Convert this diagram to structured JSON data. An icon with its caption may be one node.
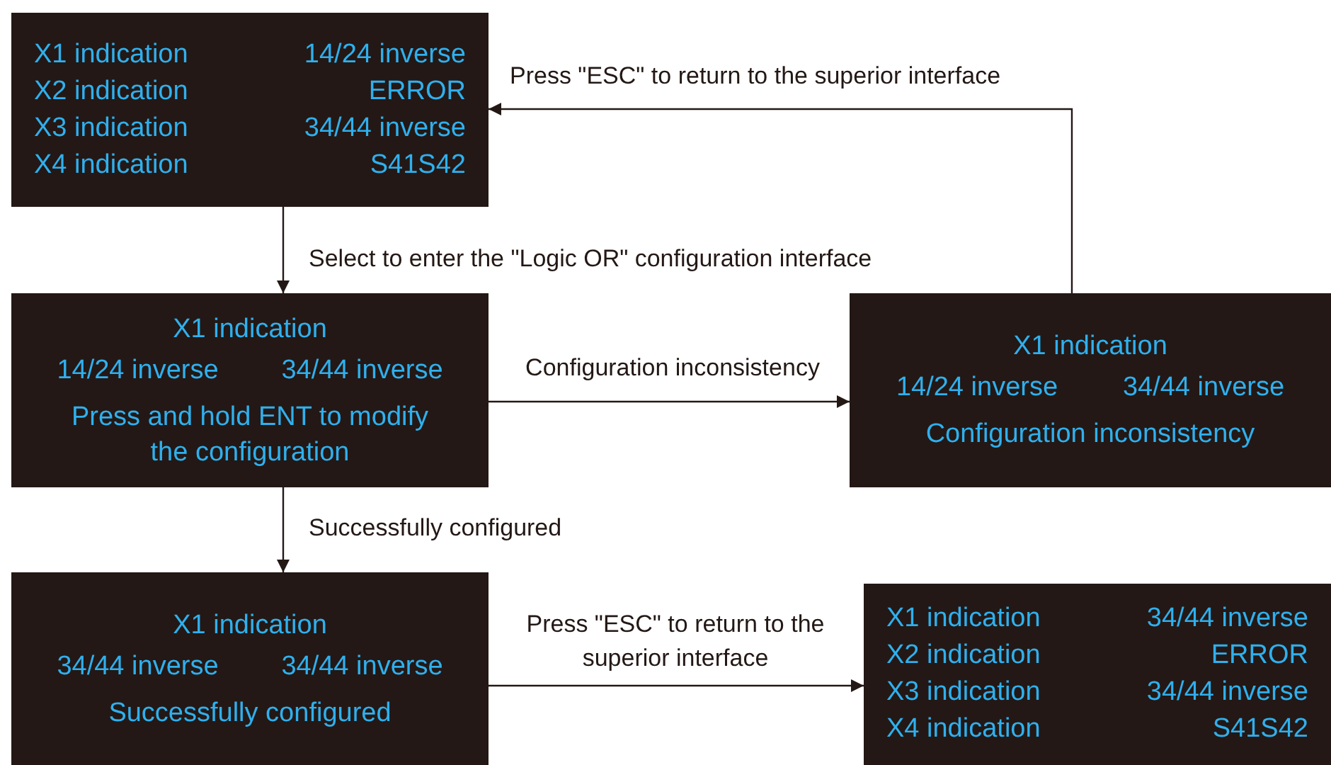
{
  "diagram": {
    "nodes": [
      {
        "text": [
          "X1 indication",
          "14/24 inverse",
          "X2 indication",
          "ERROR",
          "X3 indication",
          "34/44 inverse",
          "X4 indication",
          "S41S42"
        ]
      },
      {
        "text": [
          "X1 indication",
          "14/24 inverse",
          "34/44 inverse",
          "Press and hold ENT to modify the configuration"
        ]
      },
      {
        "text": [
          "X1 indication",
          "14/24 inverse",
          "34/44 inverse",
          "Configuration inconsistency"
        ]
      },
      {
        "text": [
          "X1 indication",
          "34/44 inverse",
          "34/44 inverse",
          "Successfully configured"
        ]
      },
      {
        "text": [
          "X1 indication",
          "34/44 inverse",
          "X2 indication",
          "ERROR",
          "X3 indication",
          "34/44 inverse",
          "X4 indication",
          "S41S42"
        ]
      }
    ],
    "edges": [
      {
        "from": 0,
        "to": 1,
        "arrow": "to",
        "label": "Select to enter the \"Logic OR\" configuration interface"
      },
      {
        "from": 1,
        "to": 2,
        "arrow": "to",
        "label": "Configuration inconsistency"
      },
      {
        "from": 2,
        "to": 0,
        "arrow": "to",
        "label": "Press \"ESC\" to return to the superior interface"
      },
      {
        "from": 1,
        "to": 3,
        "arrow": "to",
        "label": "Successfully configured"
      },
      {
        "from": 3,
        "to": 4,
        "arrow": "to",
        "label": "Press \"ESC\" to return to the superior interface"
      }
    ]
  }
}
